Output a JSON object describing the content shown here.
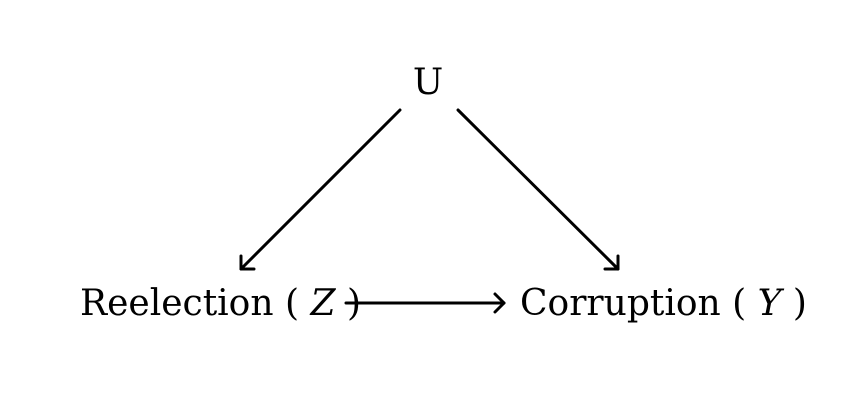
{
  "diagram": {
    "nodes": {
      "u": {
        "label": "U"
      },
      "reelection": {
        "label": "Reelection ",
        "paren_open": "(",
        "var": "Z",
        "paren_close": ")"
      },
      "corruption": {
        "label": "Corruption ",
        "paren_open": "(",
        "var": "Y",
        "paren_close": ")"
      }
    },
    "edges": [
      {
        "from": "u",
        "to": "reelection"
      },
      {
        "from": "u",
        "to": "corruption"
      },
      {
        "from": "reelection",
        "to": "corruption"
      }
    ]
  }
}
